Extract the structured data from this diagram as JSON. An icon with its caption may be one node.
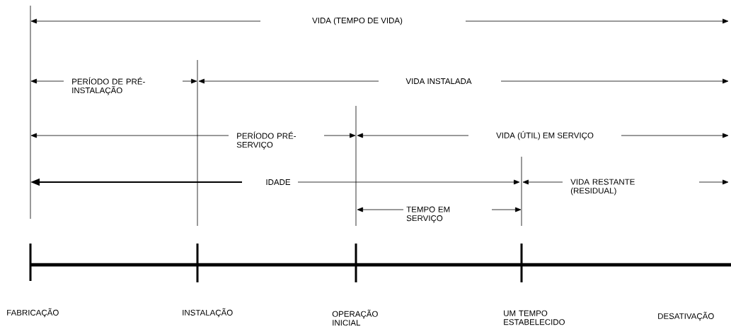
{
  "diagram": {
    "labels": [
      "VIDA (TEMPO DE VIDA)",
      "PERÍODO DE PRÉ-INSTALAÇÃO",
      "VIDA INSTALADA",
      "PERÍODO PRÉ-SERVIÇO",
      "VIDA (ÚTIL) EM SERVIÇO",
      "IDADE",
      "VIDA RESTANTE (RESIDUAL)",
      "TEMPO EM SERVIÇO",
      "FABRICAÇÃO",
      "INSTALAÇÃO",
      "OPERAÇÃO INICIAL",
      "UM TEMPO ESTABELECIDO",
      "DESATIVAÇÃO"
    ]
  }
}
